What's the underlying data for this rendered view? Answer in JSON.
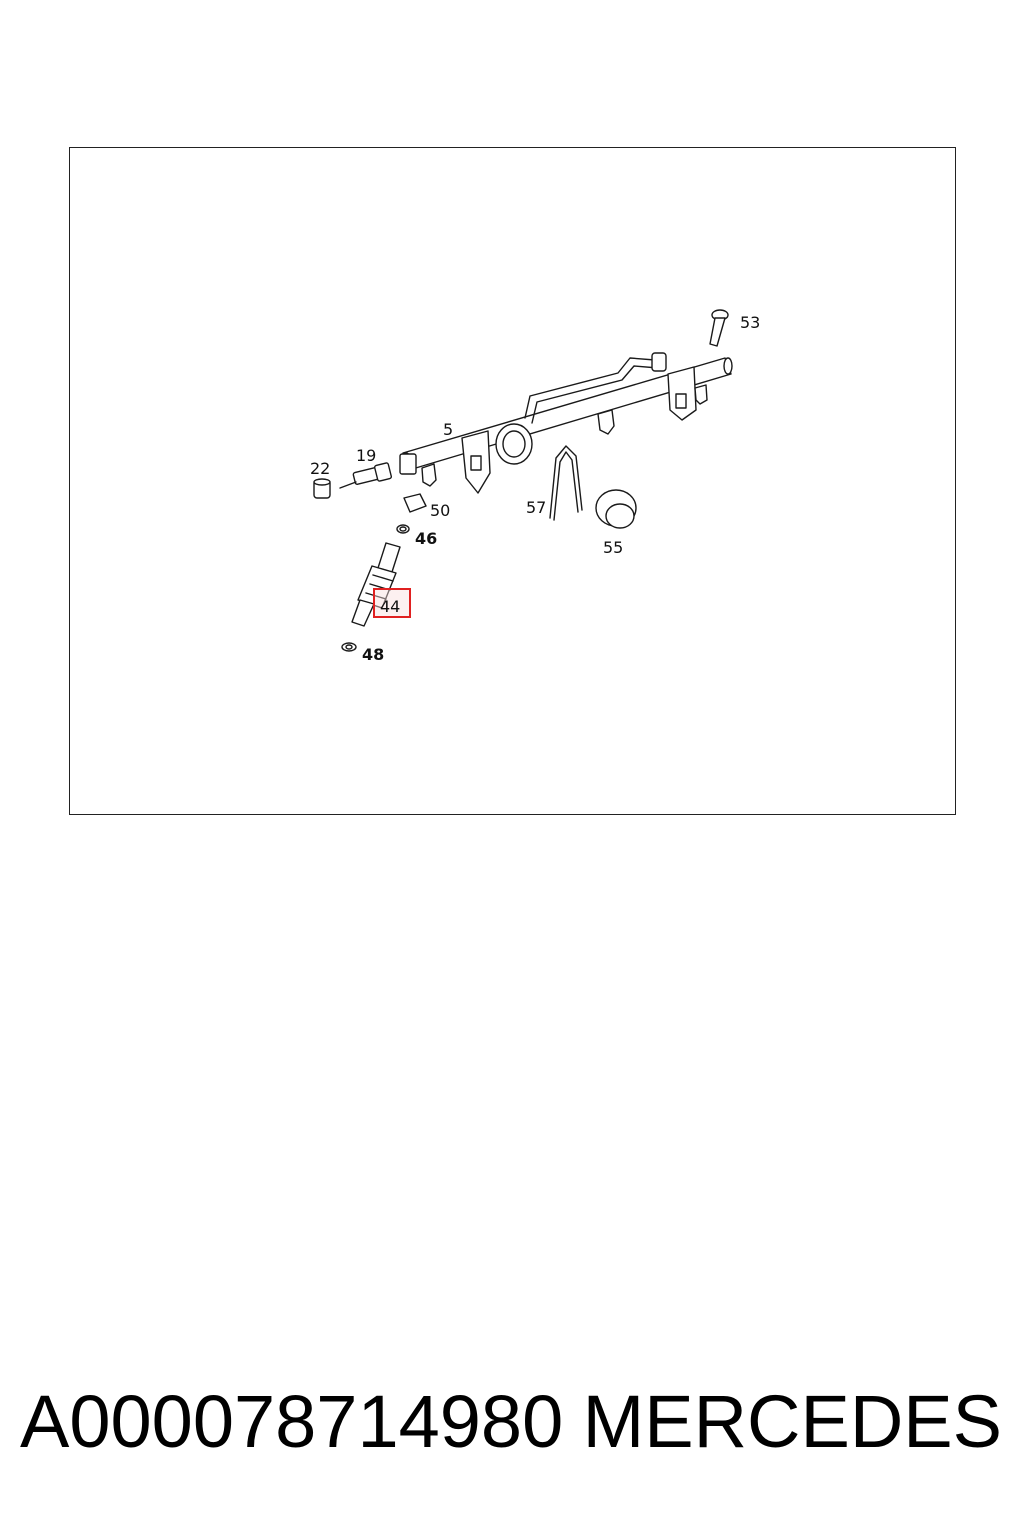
{
  "diagram": {
    "callouts": {
      "c53": "53",
      "c5": "5",
      "c19": "19",
      "c22": "22",
      "c50": "50",
      "c46": "46",
      "c57": "57",
      "c55": "55",
      "c44": "44",
      "c48": "48"
    },
    "highlight_callout": "44",
    "highlight_color": "#e02020"
  },
  "footer": {
    "part_number": "A000078714980",
    "brand": "MERCEDES"
  }
}
